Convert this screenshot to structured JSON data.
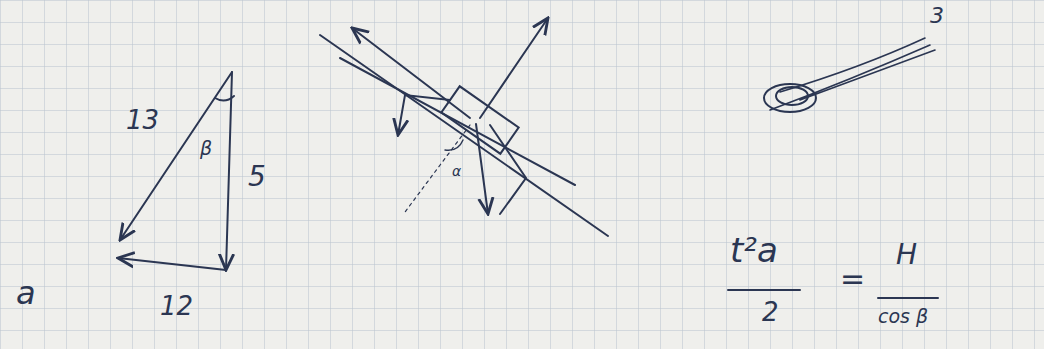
{
  "diagram": {
    "labels": [
      "13",
      "β",
      "5",
      "12",
      "a",
      "α",
      "3",
      "t²a",
      "2",
      "=",
      "H",
      "cos β"
    ]
  }
}
